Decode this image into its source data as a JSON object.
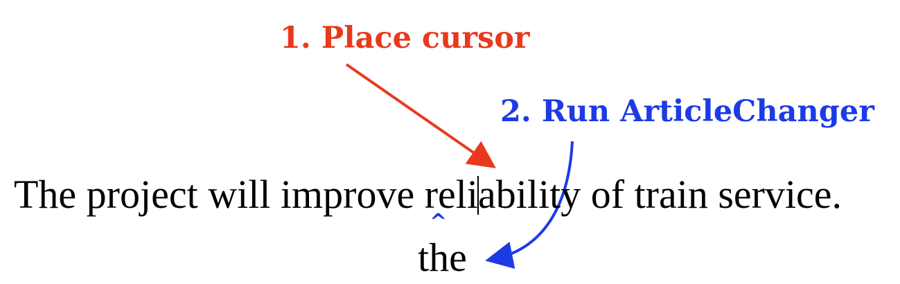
{
  "annotations": {
    "step1": "1. Place cursor",
    "step2": "2. Run ArticleChanger",
    "caret_symbol": "^"
  },
  "sentence": {
    "before_cursor": "The project will improve reli",
    "after_cursor": "ability of train service."
  },
  "inserted_word": "the",
  "colors": {
    "step1": "#e8391e",
    "step2": "#1c3be6",
    "text": "#000000"
  }
}
